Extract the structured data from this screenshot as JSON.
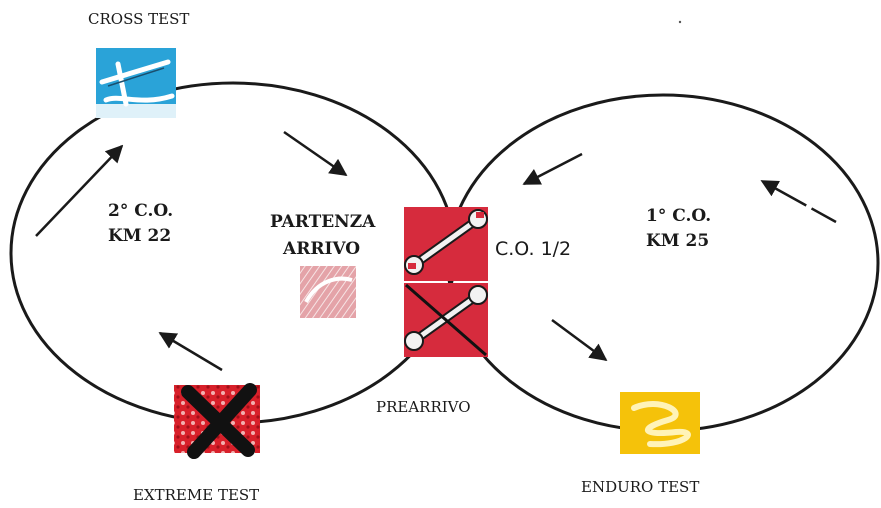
{
  "labels": {
    "cross_test": "CROSS TEST",
    "extreme_test": "EXTREME TEST",
    "enduro_test": "ENDURO TEST",
    "partenza": "PARTENZA",
    "arrivo": "ARRIVO",
    "prearrivo": "PREARRIVO",
    "co_half": "C.O. 1/2",
    "co2_line1": "2° C.O.",
    "co2_line2": "KM 22",
    "co1_line1": "1° C.O.",
    "co1_line2": "KM 25"
  },
  "icons": {
    "cross_test": "cross-test-icon",
    "extreme_test": "extreme-test-icon",
    "enduro_test": "enduro-test-icon",
    "start_finish": "start-finish-icon",
    "service_wrench": "wrench-icon",
    "prearrival_wrench": "crossed-wrench-icon"
  },
  "colors": {
    "cross_test": "#2aa3d8",
    "extreme_test": "#d8202a",
    "enduro_test": "#f5c20a",
    "start_finish": "#d9777e",
    "service": "#d62b3d",
    "line": "#1a1a1a"
  }
}
